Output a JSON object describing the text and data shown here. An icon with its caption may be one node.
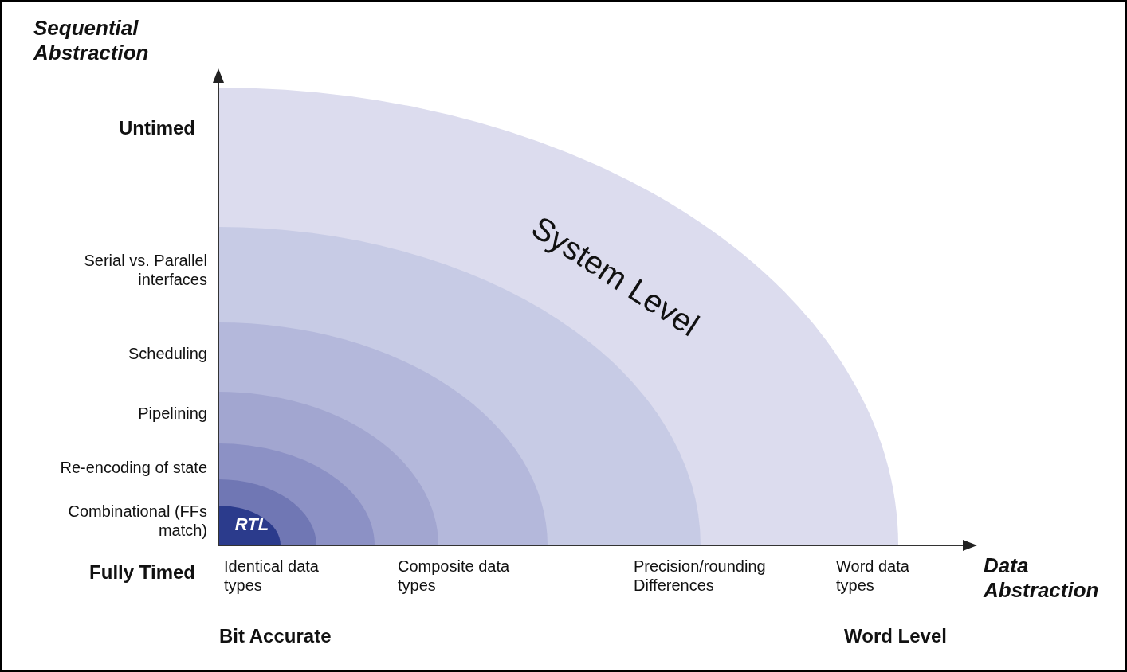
{
  "diagram": {
    "nodes": [
      {
        "text": [
          "System Level"
        ]
      },
      {
        "text": [],
        "shape": "sector",
        "in": 0
      },
      {
        "text": [],
        "shape": "sector",
        "in": 1
      },
      {
        "text": [],
        "shape": "sector",
        "in": 2
      },
      {
        "text": [],
        "shape": "sector",
        "in": 3
      },
      {
        "text": [],
        "shape": "sector",
        "in": 4
      },
      {
        "text": [
          "RTL"
        ],
        "in": 5
      }
    ],
    "edges": [],
    "labels": [
      "Sequential Abstraction",
      "Untimed",
      "Serial vs. Parallel interfaces",
      "Scheduling",
      "Pipelining",
      "Re-encoding of state",
      "Combinational (FFs match)",
      "Fully Timed",
      "Identical data types",
      "Composite data types",
      "Precision/rounding Differences",
      "Word data types",
      "Data Abstraction",
      "Bit Accurate",
      "Word Level"
    ]
  }
}
